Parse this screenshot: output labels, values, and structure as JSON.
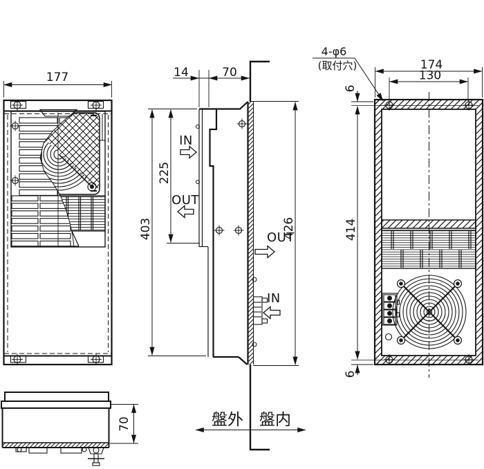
{
  "views": {
    "front": {
      "width_dim": "177"
    },
    "side": {
      "cover_depth_dim": "14",
      "protrusion_depth_dim": "70",
      "louver_section_dim": "225",
      "body_height_dim": "403",
      "overall_height_dim": "426",
      "air_in_label": "IN",
      "air_out_label": "OUT",
      "inside_air_out_label": "OUT",
      "inside_air_in_label": "IN"
    },
    "rear": {
      "mounting_hole_label": "4-φ6",
      "mounting_hole_note": "(取付穴)",
      "width_dim": "174",
      "hole_pitch_width_dim": "130",
      "hole_offset_top_dim": "6",
      "hole_pitch_height_dim": "414",
      "hole_offset_bottom_dim": "6"
    },
    "bottom": {
      "depth_dim": "70"
    },
    "panel": {
      "outside_label": "盤外",
      "inside_label": "盤内"
    }
  },
  "colors": {
    "line": "#141414",
    "background": "#ffffff"
  }
}
